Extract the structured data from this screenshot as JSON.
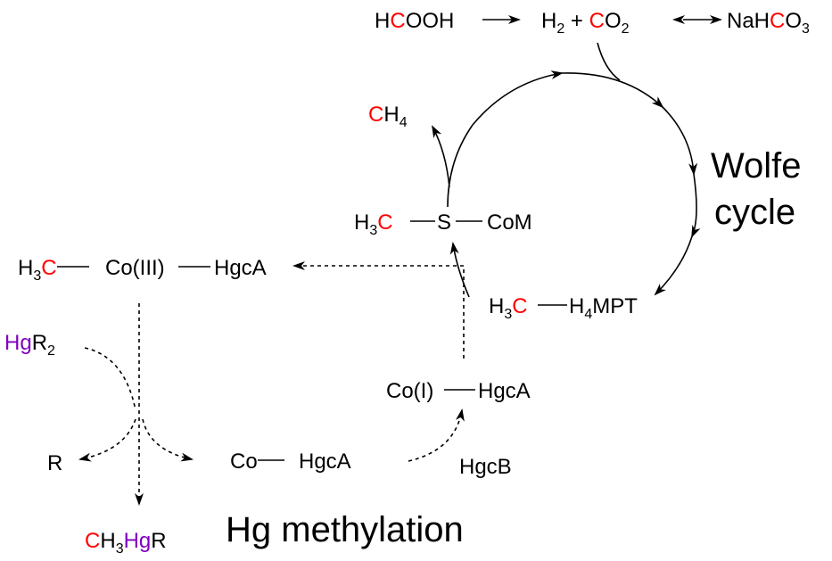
{
  "title": {
    "wolfe_line1": "Wolfe",
    "wolfe_line2": "cycle",
    "hg_methylation": "Hg methylation"
  },
  "species": {
    "formic_acid": {
      "h": "H",
      "c": "C",
      "rest": "OOH"
    },
    "h2_co2": {
      "h": "H",
      "h_sub": "2",
      "plus": " + ",
      "c": "C",
      "o": "O",
      "o_sub": "2"
    },
    "bicarbonate": {
      "pre": "NaH",
      "c": "C",
      "o": "O",
      "o_sub": "3"
    },
    "methane": {
      "c": "C",
      "h": "H",
      "h_sub": "4"
    },
    "methyl_com": {
      "h": "H",
      "h_sub": "3",
      "c": "C",
      "s": "S",
      "com": "CoM"
    },
    "methyl_co3_hgca": {
      "h": "H",
      "h_sub": "3",
      "c": "C",
      "co": "Co(III)",
      "hgca": "HgcA"
    },
    "methyl_h4mpt": {
      "h": "H",
      "h_sub": "3",
      "c": "C",
      "h4": "H",
      "h4_sub": "4",
      "mpt": "MPT"
    },
    "hgr2": {
      "hg": "Hg",
      "r": "R",
      "r_sub": "2"
    },
    "co1_hgca": {
      "co": "Co(I)",
      "hgca": "HgcA"
    },
    "r": "R",
    "co_hgca": {
      "co": "Co",
      "hgca": "HgcA"
    },
    "hgcb": "HgcB",
    "methylmercury": {
      "c": "C",
      "h": "H",
      "h_sub": "3",
      "hg": "Hg",
      "r": "R"
    }
  },
  "colors": {
    "carbon_label": "#ff0000",
    "mercury_label": "#8000c0"
  }
}
